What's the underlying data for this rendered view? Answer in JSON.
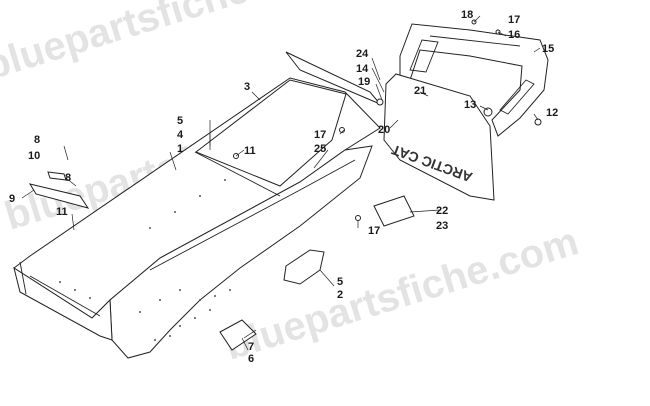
{
  "watermark": {
    "text": "bluepartsfiche.com"
  },
  "plate_text": "ARCTIC CAT",
  "callouts": [
    {
      "id": "c1",
      "label": "1"
    },
    {
      "id": "c2",
      "label": "2"
    },
    {
      "id": "c3",
      "label": "3"
    },
    {
      "id": "c4",
      "label": "4"
    },
    {
      "id": "c5a",
      "label": "5"
    },
    {
      "id": "c5b",
      "label": "5"
    },
    {
      "id": "c6",
      "label": "6"
    },
    {
      "id": "c7",
      "label": "7"
    },
    {
      "id": "c8a",
      "label": "8"
    },
    {
      "id": "c8b",
      "label": "8"
    },
    {
      "id": "c9",
      "label": "9"
    },
    {
      "id": "c10",
      "label": "10"
    },
    {
      "id": "c11a",
      "label": "11"
    },
    {
      "id": "c11b",
      "label": "11"
    },
    {
      "id": "c12",
      "label": "12"
    },
    {
      "id": "c13",
      "label": "13"
    },
    {
      "id": "c14",
      "label": "14"
    },
    {
      "id": "c15",
      "label": "15"
    },
    {
      "id": "c16",
      "label": "16"
    },
    {
      "id": "c17a",
      "label": "17"
    },
    {
      "id": "c17b",
      "label": "17"
    },
    {
      "id": "c17c",
      "label": "17"
    },
    {
      "id": "c18",
      "label": "18"
    },
    {
      "id": "c19",
      "label": "19"
    },
    {
      "id": "c20",
      "label": "20"
    },
    {
      "id": "c21",
      "label": "21"
    },
    {
      "id": "c22",
      "label": "22"
    },
    {
      "id": "c23",
      "label": "23"
    },
    {
      "id": "c24",
      "label": "24"
    },
    {
      "id": "c25",
      "label": "25"
    }
  ]
}
